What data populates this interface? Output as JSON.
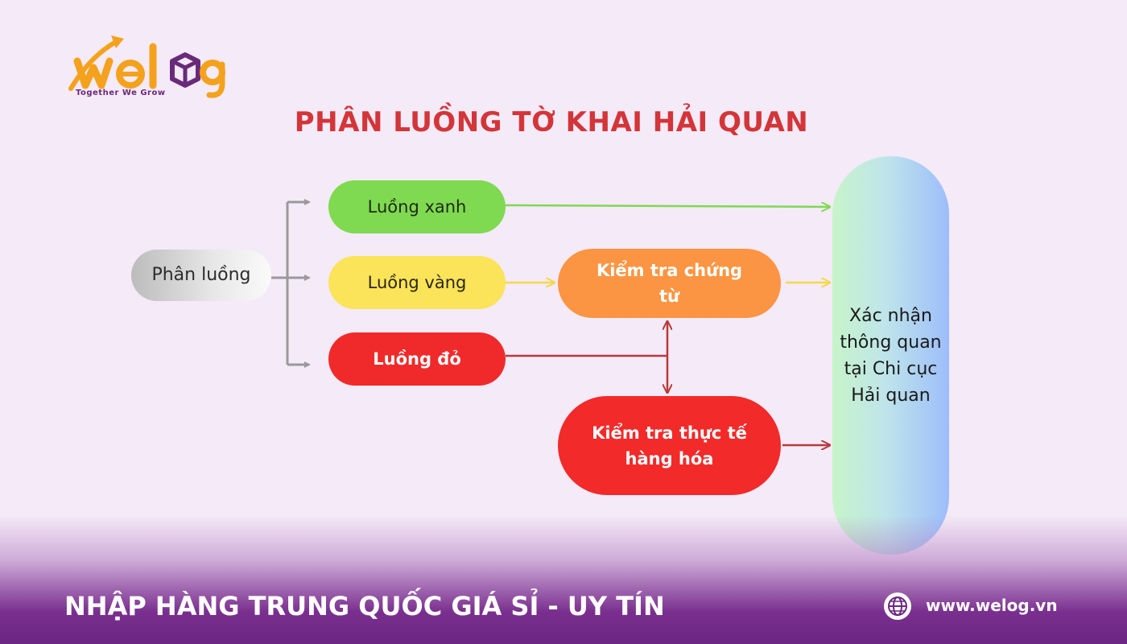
{
  "brand": {
    "logo_text": "welog",
    "tagline": "Together We Grow"
  },
  "title": "PHÂN LUỒNG TỜ KHAI HẢI QUAN",
  "nodes": {
    "source": "Phân luồng",
    "green": "Luồng xanh",
    "yellow": "Luồng vàng",
    "red": "Luồng đỏ",
    "docs_check": "Kiểm tra chứng từ",
    "goods_check": "Kiểm tra thực tế hàng hóa",
    "confirm": "Xác nhận thông quan tại Chi cục Hải quan"
  },
  "colors": {
    "title": "#d33538",
    "green": "#7fd951",
    "yellow": "#fbe35a",
    "red": "#f02a2a",
    "orange": "#fb9543",
    "brand_orange": "#f4a21d",
    "brand_purple": "#6a2a79"
  },
  "footer": {
    "slogan": "NHẬP HÀNG TRUNG QUỐC GIÁ SỈ - UY TÍN",
    "website": "www.welog.vn",
    "website_icon": "globe-icon"
  }
}
